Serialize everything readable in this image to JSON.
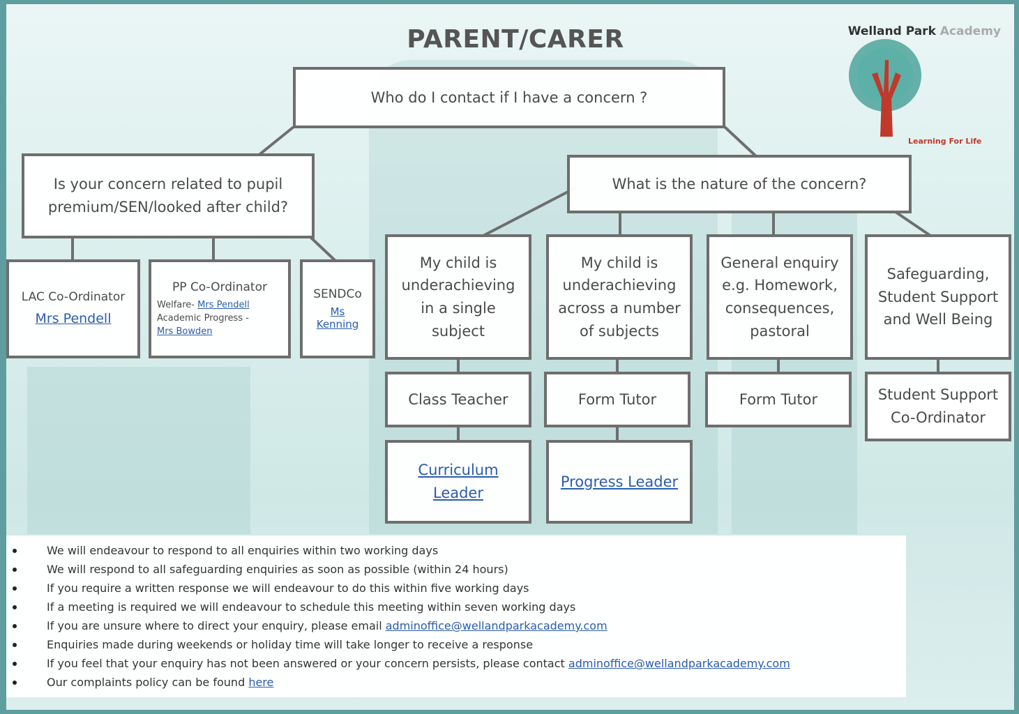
{
  "title": "PARENT/CARER",
  "logo": {
    "name_line1": "Welland Park",
    "name_line2": "Academy",
    "tagline": "Learning For Life"
  },
  "root": {
    "text": "Who do I contact if I have a concern ?"
  },
  "left_question": {
    "line1": "Is your concern related to pupil",
    "line2": "premium/SEN/looked after child?"
  },
  "lac": {
    "title": "LAC Co-Ordinator",
    "contact": "Mrs Pendell"
  },
  "pp": {
    "title": "PP Co-Ordinator",
    "welfare_label": "Welfare- ",
    "welfare_contact": "Mrs Pendell",
    "academic_label": "Academic Progress -",
    "academic_contact": "Mrs Bowden"
  },
  "sendco": {
    "title": "SENDCo",
    "contact_line1": "Ms",
    "contact_line2": "Kenning"
  },
  "right_question": {
    "text": "What is the nature of the concern?"
  },
  "categories": [
    {
      "lines": [
        "My child is",
        "underachieving",
        "in a single",
        "subject"
      ]
    },
    {
      "lines": [
        "My child is",
        "underachieving",
        "across a number",
        "of subjects"
      ]
    },
    {
      "lines": [
        "General enquiry",
        "e.g. Homework,",
        "consequences,",
        "pastoral"
      ]
    },
    {
      "lines": [
        "Safeguarding,",
        "Student Support",
        "and Well Being"
      ]
    }
  ],
  "level1": [
    {
      "lines": [
        "Class Teacher"
      ]
    },
    {
      "lines": [
        "Form Tutor"
      ]
    },
    {
      "lines": [
        "Form Tutor"
      ]
    },
    {
      "lines": [
        "Student Support",
        "Co-Ordinator"
      ]
    }
  ],
  "level2": [
    {
      "lines": [
        "Curriculum",
        "Leader"
      ]
    },
    {
      "lines": [
        "Progress Leader"
      ]
    }
  ],
  "notes": [
    {
      "text": "We will endeavour to respond to all enquiries within two working days",
      "link": ""
    },
    {
      "text": "We will respond to all safeguarding enquiries as soon as possible (within 24 hours)",
      "link": ""
    },
    {
      "text": "If you require a written response we will endeavour to do this within five working days",
      "link": ""
    },
    {
      "text": "If a meeting is required we will endeavour to schedule this meeting within seven working days",
      "link": ""
    },
    {
      "text": "If you are unsure where to direct your enquiry, please email ",
      "link": "adminoffice@wellandparkacademy.com"
    },
    {
      "text": "Enquiries made during weekends or holiday time will take longer to receive a response",
      "link": ""
    },
    {
      "text": "If you feel that your enquiry has not been answered or your concern persists, please contact ",
      "link": "adminoffice@wellandparkacademy.com"
    },
    {
      "text": "Our complaints policy can be found ",
      "link": "here"
    }
  ],
  "colors": {
    "border": "#6e6e6e",
    "link": "#2a5dab",
    "background": "#d9eeec",
    "logo_trunk": "#c0392b",
    "logo_leaves": "#3a9a8f"
  }
}
